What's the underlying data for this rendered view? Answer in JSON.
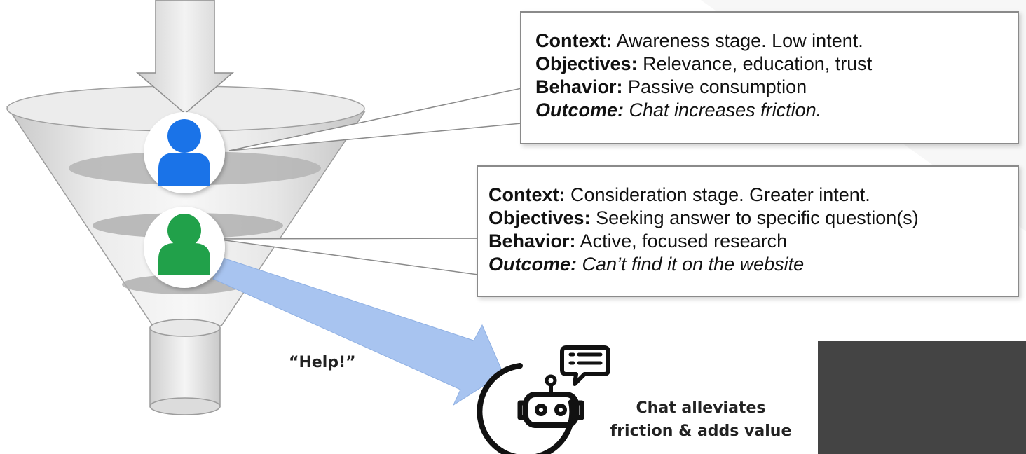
{
  "callouts": [
    {
      "context_label": "Context:",
      "context_text": " Awareness stage. Low intent.",
      "objectives_label": "Objectives:",
      "objectives_text": " Relevance, education, trust",
      "behavior_label": "Behavior:",
      "behavior_text": " Passive consumption",
      "outcome_label": "Outcome:",
      "outcome_text": " Chat increases friction."
    },
    {
      "context_label": "Context:",
      "context_text": " Consideration stage. Greater intent.",
      "objectives_label": "Objectives:",
      "objectives_text": " Seeking answer to specific question(s)",
      "behavior_label": "Behavior:",
      "behavior_text": " Active, focused research",
      "outcome_label": "Outcome:",
      "outcome_text": " Can’t find it on the website"
    }
  ],
  "help_label": "“Help!”",
  "chat_caption_line1": "Chat alleviates",
  "chat_caption_line2": "friction & adds value",
  "colors": {
    "user_awareness": "#1a73e8",
    "user_consideration": "#21a14a",
    "help_arrow": "#a8c4f0",
    "funnel": "#d9d9d9",
    "dark_panel": "#444444"
  },
  "icons": [
    "down-arrow-icon",
    "user-icon",
    "chatbot-icon",
    "chat-bubble-icon"
  ]
}
